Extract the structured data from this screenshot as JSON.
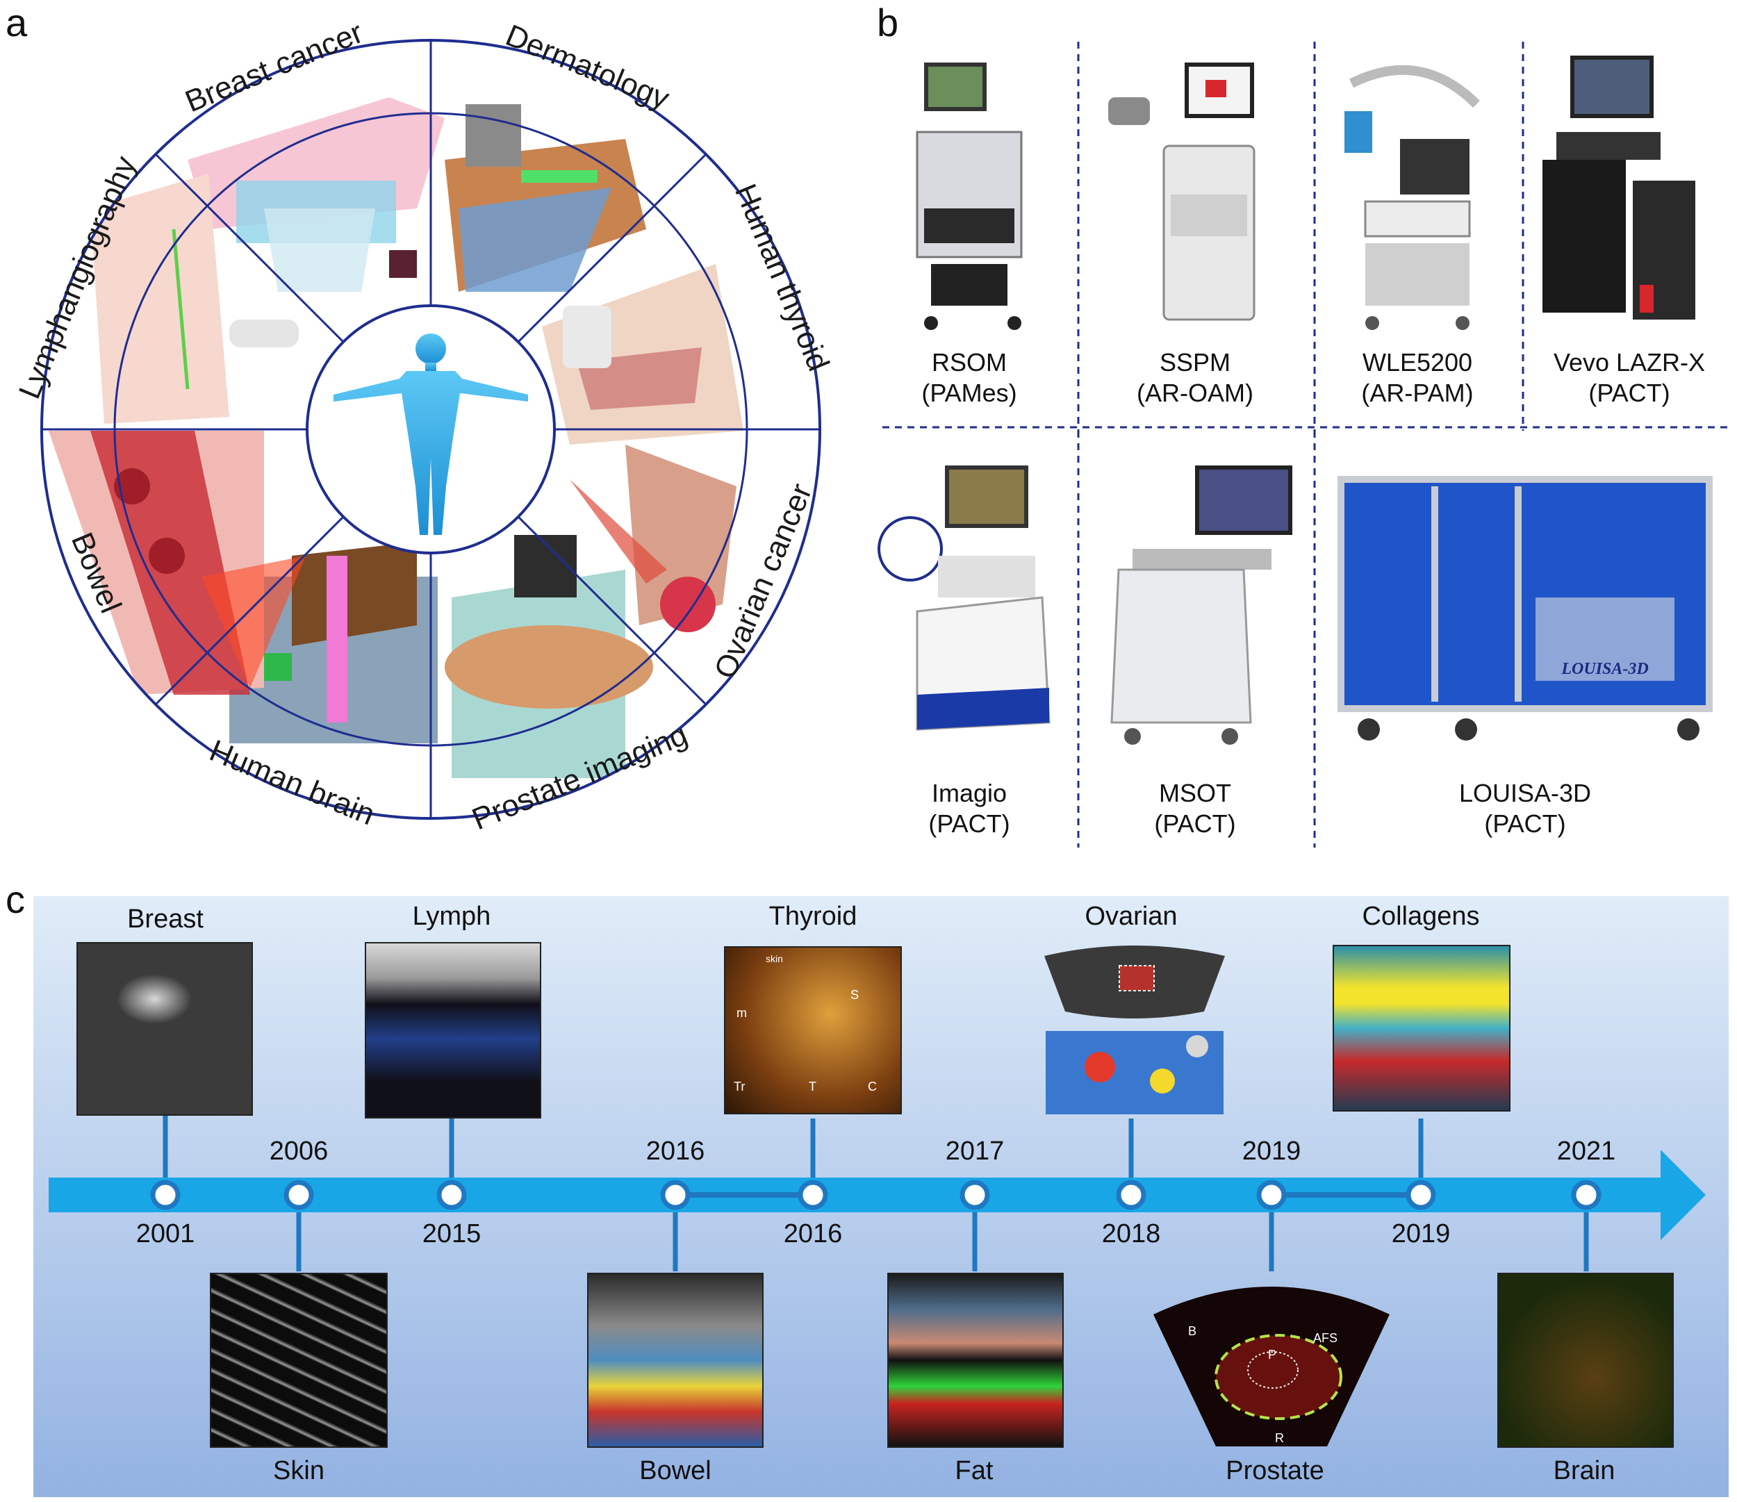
{
  "panels": {
    "a": "a",
    "b": "b",
    "c": "c"
  },
  "panel_a": {
    "segments": [
      "Breast cancer",
      "Dermatology",
      "Human thyroid",
      "Ovarian cancer",
      "Prostate imaging",
      "Human brain",
      "Bowel",
      "Lymphangiography"
    ],
    "colors": {
      "ring": "#1f2d8f",
      "body": "#2aa9e8"
    }
  },
  "panel_b": {
    "devices": [
      {
        "name": "RSOM",
        "type": "(PAMes)"
      },
      {
        "name": "SSPM",
        "type": "(AR-OAM)"
      },
      {
        "name": "WLE5200",
        "type": "(AR-PAM)"
      },
      {
        "name": "Vevo LAZR-X",
        "type": "(PACT)"
      },
      {
        "name": "Imagio",
        "type": "(PACT)"
      },
      {
        "name": "MSOT",
        "type": "(PACT)"
      },
      {
        "name": "LOUISA-3D",
        "type": "(PACT)"
      }
    ],
    "product_text": "LOUISA-3D"
  },
  "panel_c": {
    "colors": {
      "arrow": "#19a6e6",
      "connector": "#1f78c1",
      "bg_top": "#dcebf8",
      "bg_bottom": "#8fb0e0"
    },
    "top_events": [
      {
        "label": "Breast",
        "year": "2001"
      },
      {
        "label": "Lymph",
        "year": "2015"
      },
      {
        "label": "Thyroid",
        "year": "2016"
      },
      {
        "label": "Ovarian",
        "year": "2018"
      },
      {
        "label": "Collagens",
        "year": "2019"
      }
    ],
    "bottom_events": [
      {
        "label": "Skin",
        "year": "2006"
      },
      {
        "label": "Bowel",
        "year": "2016"
      },
      {
        "label": "Fat",
        "year": "2017"
      },
      {
        "label": "Prostate",
        "year": "2019"
      },
      {
        "label": "Brain",
        "year": "2021"
      }
    ],
    "image_annotations": {
      "thyroid": [
        "skin",
        "m",
        "S",
        "Tr",
        "T",
        "C"
      ],
      "prostate": [
        "B",
        "AFS",
        "P",
        "R"
      ]
    }
  }
}
